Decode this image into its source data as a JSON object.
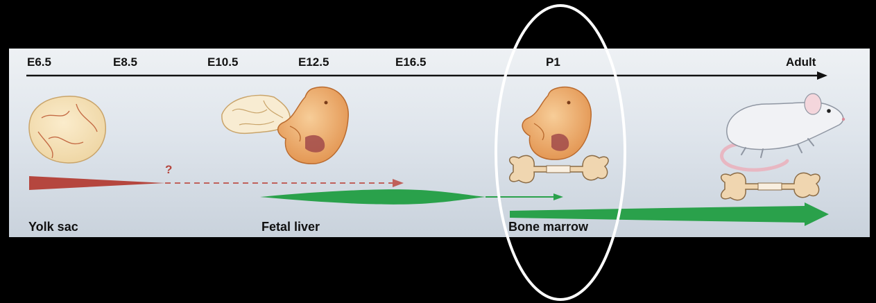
{
  "timeline": {
    "stages": [
      "E6.5",
      "E8.5",
      "E10.5",
      "E12.5",
      "E16.5",
      "P1",
      "Adult"
    ]
  },
  "unknown_marker": "?",
  "sites": {
    "yolk_sac": "Yolk sac",
    "fetal_liver": "Fetal liver",
    "bone_marrow": "Bone marrow"
  },
  "colors": {
    "background": "#000000",
    "yolk_sac_wedge": "#b5463e",
    "fetal_liver_wedge": "#2aa14b",
    "bone_marrow_wedge": "#2aa14b",
    "highlight_ellipse": "#ffffff",
    "embryo": "#eeae72",
    "bone": "#f0d6b0"
  },
  "icons": [
    "yolk-sac-icon",
    "embryo-with-yolk-sac-icon",
    "embryo-icon",
    "bone-icon",
    "mouse-icon"
  ]
}
